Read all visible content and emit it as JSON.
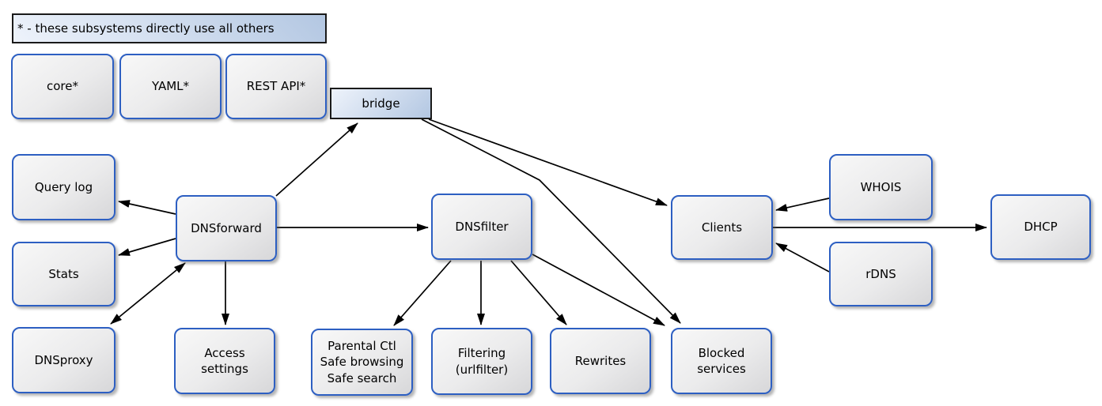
{
  "legend": {
    "text": "* - these subsystems directly use all others"
  },
  "nodes": {
    "core": {
      "label": "core*"
    },
    "yaml": {
      "label": "YAML*"
    },
    "rest_api": {
      "label": "REST API*"
    },
    "bridge": {
      "label": "bridge"
    },
    "query_log": {
      "label": "Query log"
    },
    "stats": {
      "label": "Stats"
    },
    "dnsproxy": {
      "label": "DNSproxy"
    },
    "dnsforward": {
      "label": "DNSforward"
    },
    "access_settings": {
      "label": "Access\nsettings"
    },
    "dnsfilter": {
      "label": "DNSfilter"
    },
    "parental": {
      "label": "Parental Ctl\nSafe browsing\nSafe search"
    },
    "filtering": {
      "label": "Filtering\n(urlfilter)"
    },
    "rewrites": {
      "label": "Rewrites"
    },
    "blocked_services": {
      "label": "Blocked\nservices"
    },
    "clients": {
      "label": "Clients"
    },
    "whois": {
      "label": "WHOIS"
    },
    "rdns": {
      "label": "rDNS"
    },
    "dhcp": {
      "label": "DHCP"
    }
  },
  "edges": [
    {
      "from": "DNSforward",
      "to": "bridge",
      "type": "directed"
    },
    {
      "from": "bridge",
      "to": "Clients",
      "type": "directed"
    },
    {
      "from": "bridge",
      "to": "Blocked services",
      "type": "directed"
    },
    {
      "from": "DNSforward",
      "to": "Query log",
      "type": "directed"
    },
    {
      "from": "DNSforward",
      "to": "Stats",
      "type": "directed"
    },
    {
      "from": "DNSforward",
      "to": "DNSproxy",
      "type": "bidirectional"
    },
    {
      "from": "DNSforward",
      "to": "Access settings",
      "type": "directed"
    },
    {
      "from": "DNSforward",
      "to": "DNSfilter",
      "type": "directed"
    },
    {
      "from": "DNSfilter",
      "to": "Parental Ctl / Safe browsing / Safe search",
      "type": "directed"
    },
    {
      "from": "DNSfilter",
      "to": "Filtering (urlfilter)",
      "type": "directed"
    },
    {
      "from": "DNSfilter",
      "to": "Rewrites",
      "type": "directed"
    },
    {
      "from": "DNSfilter",
      "to": "Blocked services",
      "type": "directed"
    },
    {
      "from": "WHOIS",
      "to": "Clients",
      "type": "directed"
    },
    {
      "from": "rDNS",
      "to": "Clients",
      "type": "directed"
    },
    {
      "from": "Clients",
      "to": "DHCP",
      "type": "directed"
    }
  ],
  "colors": {
    "node_border": "#2d5fc2",
    "node_fill_light": "#f8f8f8",
    "node_fill_dark": "#d7d7d9",
    "accent_fill_light": "#eef3fb",
    "accent_fill_dark": "#b3c7e2",
    "plain_border": "#1a1a1a",
    "edge": "#000000",
    "background": "#ffffff",
    "text": "#000000"
  }
}
